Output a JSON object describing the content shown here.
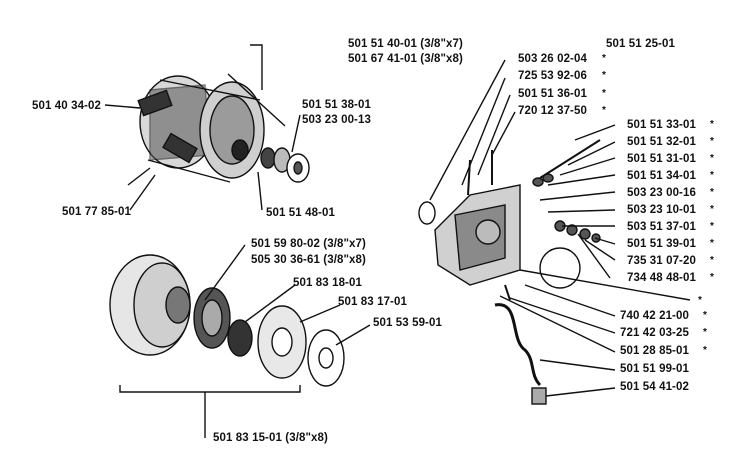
{
  "labels": {
    "clutch_drum": "501 40 34-02",
    "drum_cover": "501 77 85-01",
    "washer_a": "501 51 38-01",
    "washer_b": "503 23 00-13",
    "nut": "501 51 48-01",
    "sprocket_x7": "501 51 40-01 (3/8\"x7)",
    "sprocket_x8": "501 67 41-01 (3/8\"x8)",
    "cover_assy": "501 51 25-01",
    "screw_a": "503 26 02-04",
    "spring_a": "725 53 92-06",
    "pin_a": "501 51 36-01",
    "bolt_a": "720 12 37-50",
    "r1": "501 51 33-01",
    "r2": "501 51 32-01",
    "r3": "501 51 31-01",
    "r4": "501 51 34-01",
    "r5": "503 23 00-16",
    "r6": "503 23 10-01",
    "r7": "503 51 37-01",
    "r8": "501 51 39-01",
    "r9": "735 31 07-20",
    "r10": "734 48 48-01",
    "b1": "740 42 21-00",
    "b2": "721 42 03-25",
    "b3": "501 28 85-01",
    "b4": "501 51 99-01",
    "b5": "501 54 41-02",
    "rim_x7": "501 59 80-02 (3/8\"x7)",
    "rim_x8": "505 30 36-61 (3/8\"x8)",
    "needle_bearing": "501 83 18-01",
    "washer_c": "501 83 17-01",
    "washer_d": "501 53 59-01",
    "drum_x8": "501 83 15-01 (3/8\"x8)"
  },
  "star": "*"
}
